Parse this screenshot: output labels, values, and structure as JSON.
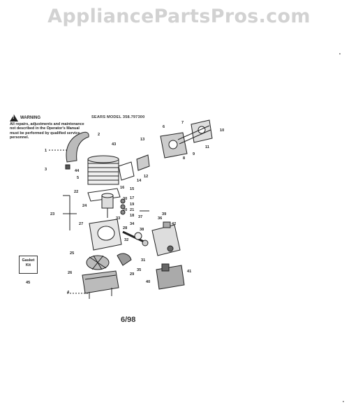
{
  "watermark": "AppliancePartsPros.com",
  "warning": {
    "heading": "WARNING",
    "text": "All repairs, adjustments and maintenance not described in the Operator's Manual must be performed by qualified service personnel."
  },
  "model_label": "SEARS MODEL 358.797300",
  "date_label": "6/98",
  "gasket_kit": {
    "label": "Gasket Kit",
    "number": "45"
  },
  "callouts": [
    "1",
    "2",
    "3",
    "4",
    "5",
    "6",
    "7",
    "8",
    "9",
    "10",
    "11",
    "12",
    "13",
    "14",
    "15",
    "16",
    "17",
    "18",
    "19",
    "20",
    "21",
    "22",
    "23",
    "24",
    "25",
    "26",
    "27",
    "28",
    "29",
    "30",
    "31",
    "32",
    "33",
    "34",
    "35",
    "36",
    "37",
    "38",
    "39",
    "40",
    "41",
    "42",
    "43",
    "44",
    "45"
  ]
}
